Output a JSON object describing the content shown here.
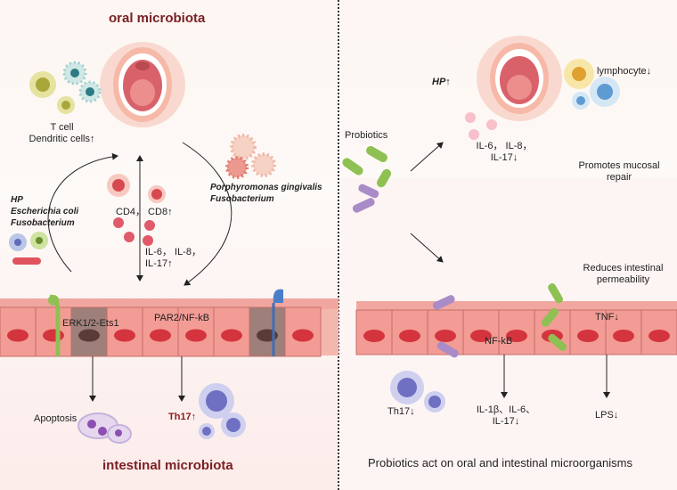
{
  "left": {
    "title_top": "oral microbiota",
    "title_bottom": "intestinal microbiota",
    "tcell_line1": "T cell",
    "tcell_line2": "Dendritic cells↑",
    "bacteria_left": [
      "HP",
      "Escherichia coli",
      "Fusobacterium"
    ],
    "bacteria_right": [
      "Porphyromonas gingivalis",
      "Fusobacterium"
    ],
    "cd_label": "CD4， CD8↑",
    "il_line1": "IL-6， IL-8，",
    "il_line2": "IL-17↑",
    "par2": "PAR2/NF-kB",
    "erk": "ERK1/2-Ets1",
    "apoptosis": "Apoptosis",
    "th17": "Th17↑"
  },
  "right": {
    "hp": "HP↑",
    "lymphocyte": "lymphocyte↓",
    "probiotics": "Probiotics",
    "il_line1": "IL-6， IL-8，",
    "il_line2": "IL-17↓",
    "repair_line1": "Promotes mucosal",
    "repair_line2": "repair",
    "perm_line1": "Reduces intestinal",
    "perm_line2": "permeability",
    "tnf": "TNF↓",
    "nfkb": "NF-kB",
    "th17": "Th17↓",
    "il1_line1": "IL-1β、IL-6、",
    "il1_line2": "IL-17↓",
    "lps": "LPS↓",
    "caption": "Probiotics act on oral and intestinal microorganisms"
  }
}
